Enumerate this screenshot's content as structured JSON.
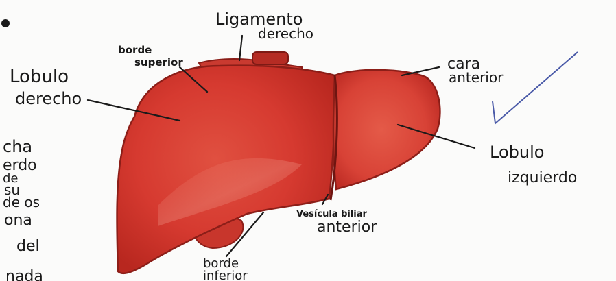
{
  "labels": {
    "lobulo_derecho": [
      "Lobulo",
      "derecho"
    ],
    "ligamento_derecho": [
      "Ligamento",
      "derecho"
    ],
    "borde_superior": [
      "borde",
      "superior"
    ],
    "cara_anterior": [
      "cara",
      "anterior"
    ],
    "lobulo_izquierdo": [
      "Lobulo",
      "izquierdo"
    ],
    "vesicula_biliar": [
      "Vesícula biliar",
      "anterior"
    ],
    "borde_inferior": [
      "borde",
      "inferior"
    ]
  },
  "side_text": [
    "cha",
    "erdo",
    "de",
    "su",
    "de os",
    "ona",
    "del",
    "nada"
  ],
  "colors": {
    "liver": "#d93a32",
    "liver_dark": "#a8231f",
    "liver_light": "#e8685a",
    "ink": "#1a1a1a",
    "pen_blue": "#4a5aa8"
  }
}
